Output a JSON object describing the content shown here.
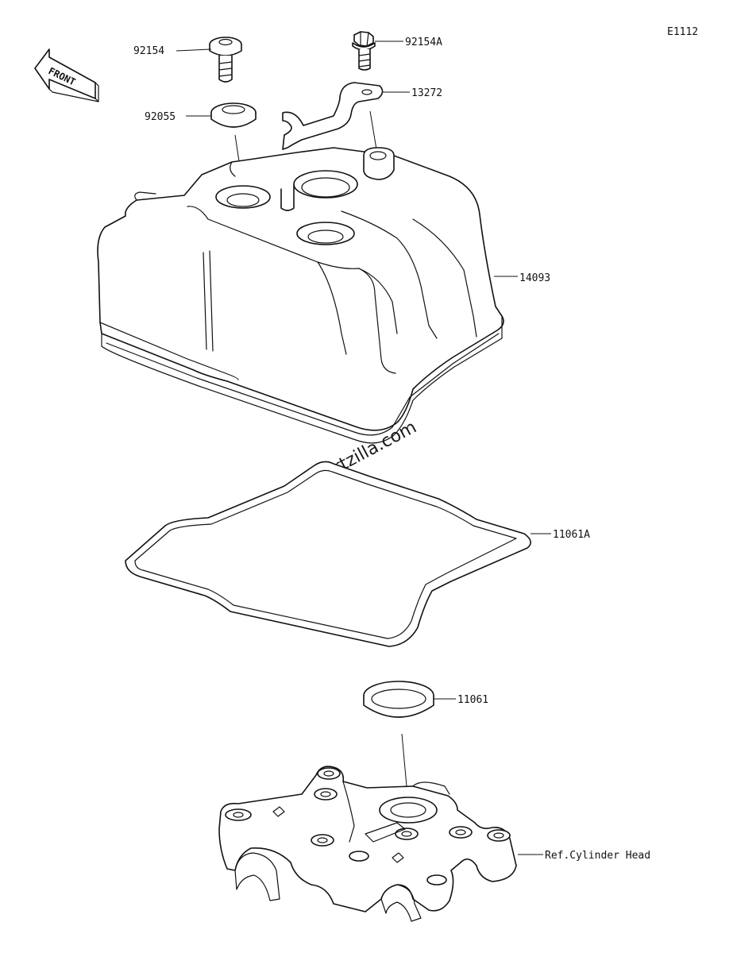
{
  "diagram_code": "E1112",
  "watermark": "© Partzilla.com",
  "front_label": "FRONT",
  "callouts": {
    "bolt_flange": "92154",
    "bolt_a": "92154A",
    "washer": "92055",
    "bracket": "13272",
    "cover": "14093",
    "cover_gasket": "11061A",
    "plug_gasket": "11061",
    "reference": "Ref.Cylinder Head"
  }
}
